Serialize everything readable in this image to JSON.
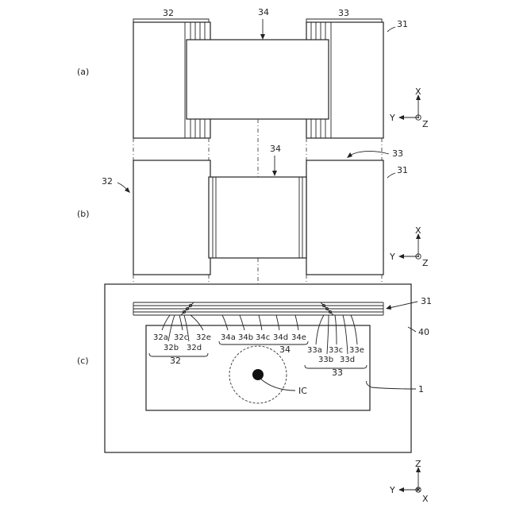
{
  "panels": {
    "a": {
      "tag": "(a)",
      "labels": {
        "left_plate": "32",
        "center_strip": "34",
        "right_plate": "33",
        "assembly": "31"
      },
      "axes": {
        "x": "X",
        "y": "Y",
        "z": "Z"
      }
    },
    "b": {
      "tag": "(b)",
      "labels": {
        "left_plate": "32",
        "center_strip": "34",
        "right_plate": "33",
        "assembly": "31"
      },
      "axes": {
        "x": "X",
        "y": "Y",
        "z": "Z"
      }
    },
    "c": {
      "tag": "(c)",
      "labels": {
        "assembly": "31",
        "substrate": "40",
        "surface": "1",
        "center": "IC",
        "left_group": "32",
        "center_group": "34",
        "right_group": "33"
      },
      "layers_left": [
        "32a",
        "32c",
        "32e"
      ],
      "layers_left_lower": [
        "32b",
        "32d"
      ],
      "layers_center": [
        "34a",
        "34b",
        "34c",
        "34d",
        "34e"
      ],
      "layers_right": [
        "33a",
        "33c",
        "33e"
      ],
      "layers_right_lower": [
        "33b",
        "33d"
      ],
      "axes": {
        "x": "X",
        "y": "Y",
        "z": "Z"
      }
    }
  }
}
